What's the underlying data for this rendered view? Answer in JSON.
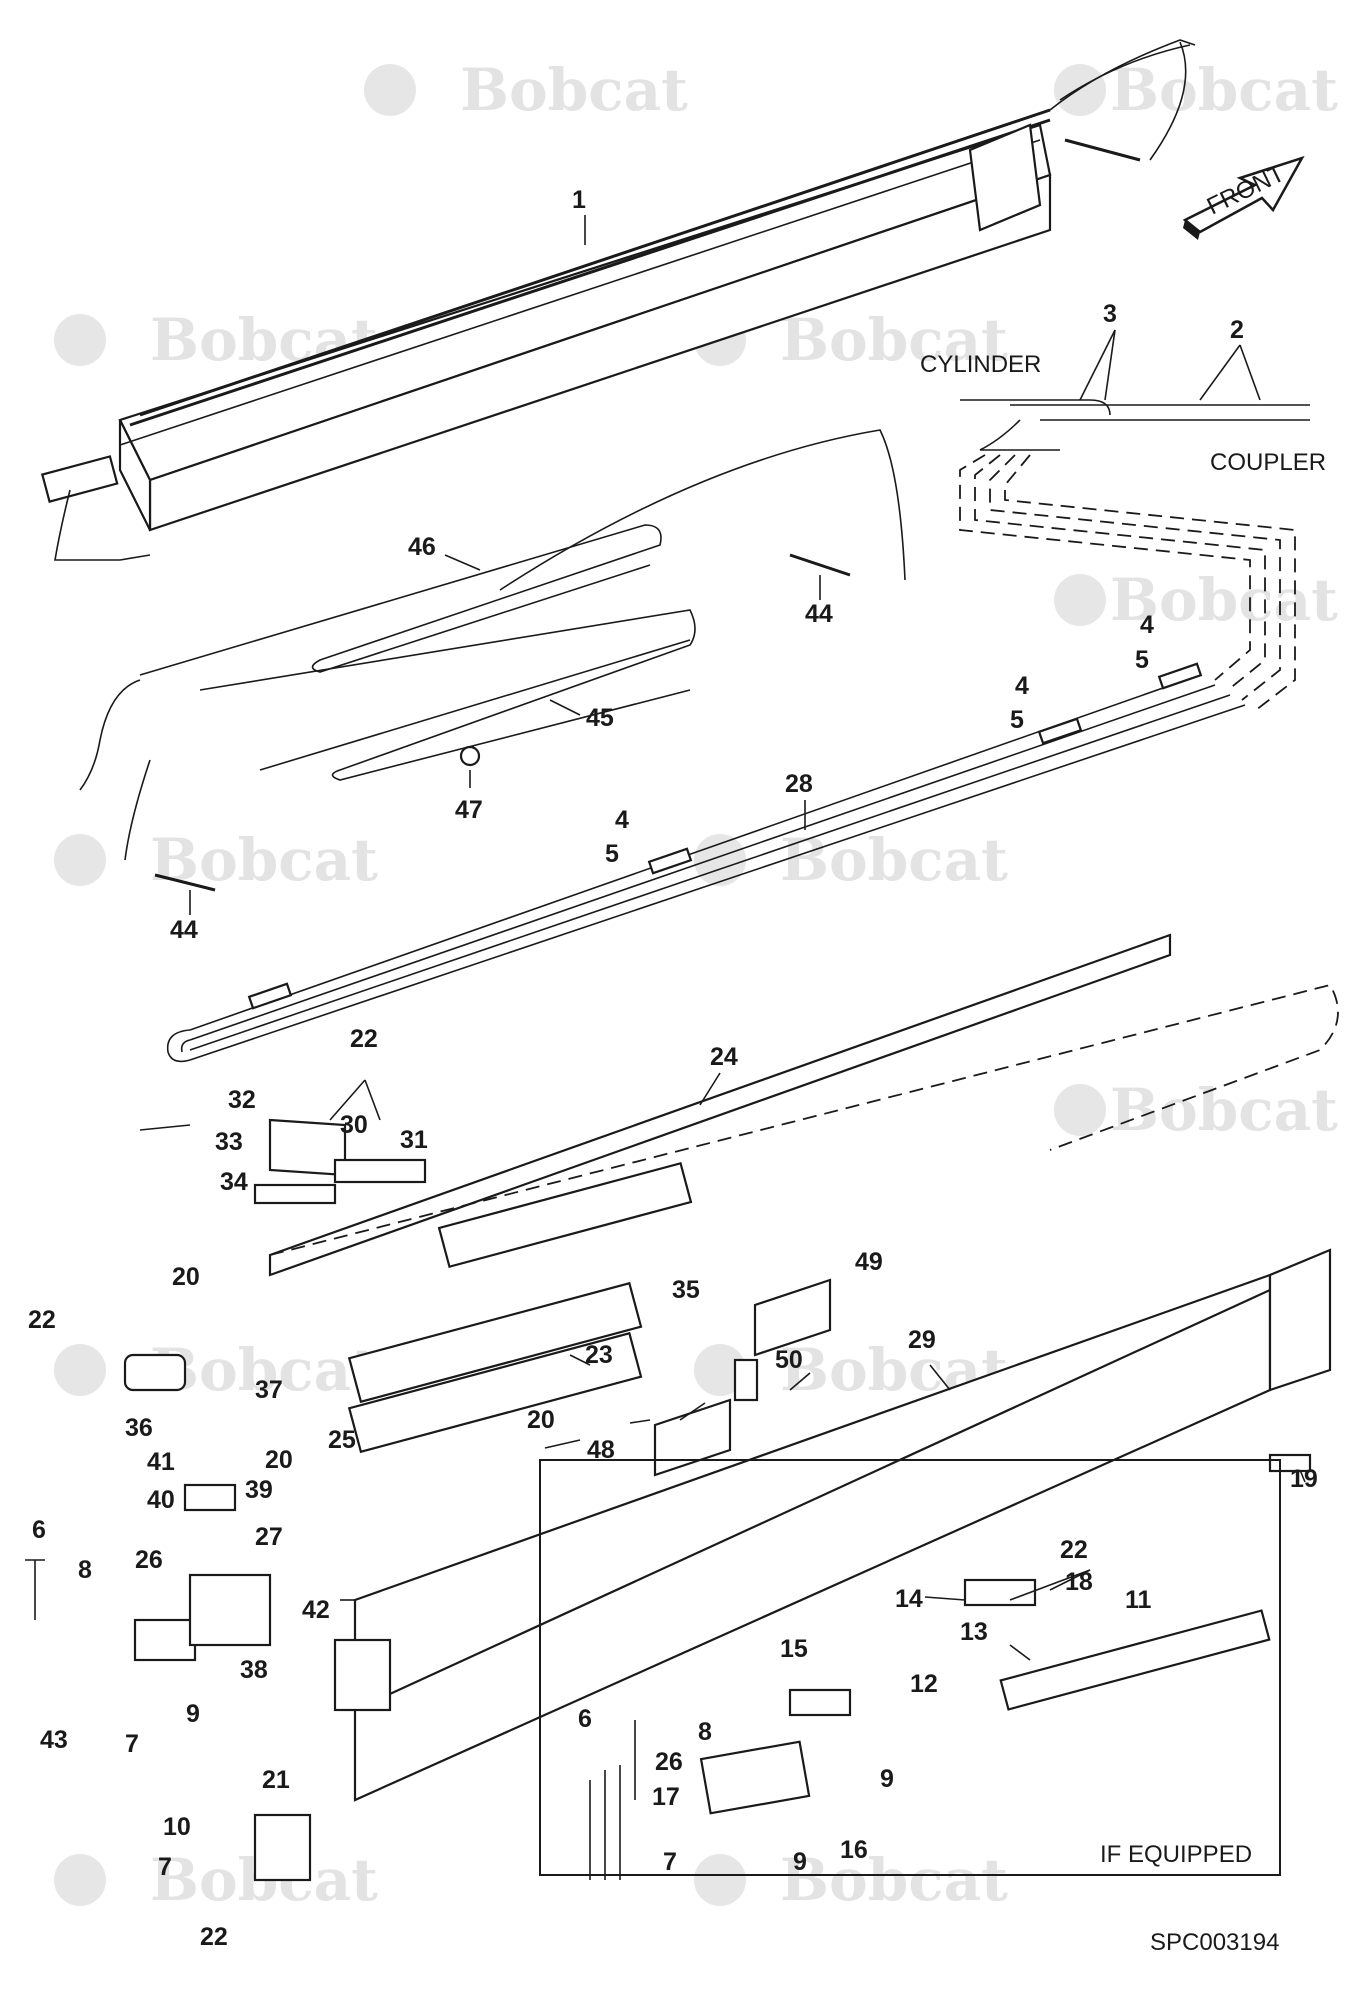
{
  "watermark": {
    "text": "Bobcat"
  },
  "direction": {
    "label": "FRONT"
  },
  "labels": {
    "cylinder": "CYLINDER",
    "coupler": "COUPLER",
    "if_equipped": "IF EQUIPPED",
    "drawing_code": "SPC003194"
  },
  "callouts": [
    {
      "n": "1"
    },
    {
      "n": "3"
    },
    {
      "n": "2"
    },
    {
      "n": "46"
    },
    {
      "n": "44"
    },
    {
      "n": "45"
    },
    {
      "n": "47"
    },
    {
      "n": "44"
    },
    {
      "n": "4"
    },
    {
      "n": "5"
    },
    {
      "n": "4"
    },
    {
      "n": "5"
    },
    {
      "n": "28"
    },
    {
      "n": "4"
    },
    {
      "n": "5"
    },
    {
      "n": "22"
    },
    {
      "n": "24"
    },
    {
      "n": "32"
    },
    {
      "n": "30"
    },
    {
      "n": "31"
    },
    {
      "n": "33"
    },
    {
      "n": "34"
    },
    {
      "n": "20"
    },
    {
      "n": "35"
    },
    {
      "n": "49"
    },
    {
      "n": "22"
    },
    {
      "n": "23"
    },
    {
      "n": "29"
    },
    {
      "n": "50"
    },
    {
      "n": "37"
    },
    {
      "n": "36"
    },
    {
      "n": "20"
    },
    {
      "n": "20"
    },
    {
      "n": "25"
    },
    {
      "n": "48"
    },
    {
      "n": "19"
    },
    {
      "n": "41"
    },
    {
      "n": "40"
    },
    {
      "n": "39"
    },
    {
      "n": "6"
    },
    {
      "n": "26"
    },
    {
      "n": "27"
    },
    {
      "n": "8"
    },
    {
      "n": "42"
    },
    {
      "n": "38"
    },
    {
      "n": "9"
    },
    {
      "n": "43"
    },
    {
      "n": "7"
    },
    {
      "n": "21"
    },
    {
      "n": "10"
    },
    {
      "n": "7"
    },
    {
      "n": "22"
    },
    {
      "n": "22"
    },
    {
      "n": "18"
    },
    {
      "n": "14"
    },
    {
      "n": "11"
    },
    {
      "n": "13"
    },
    {
      "n": "15"
    },
    {
      "n": "12"
    },
    {
      "n": "6"
    },
    {
      "n": "8"
    },
    {
      "n": "26"
    },
    {
      "n": "17"
    },
    {
      "n": "9"
    },
    {
      "n": "16"
    },
    {
      "n": "7"
    },
    {
      "n": "9"
    }
  ]
}
